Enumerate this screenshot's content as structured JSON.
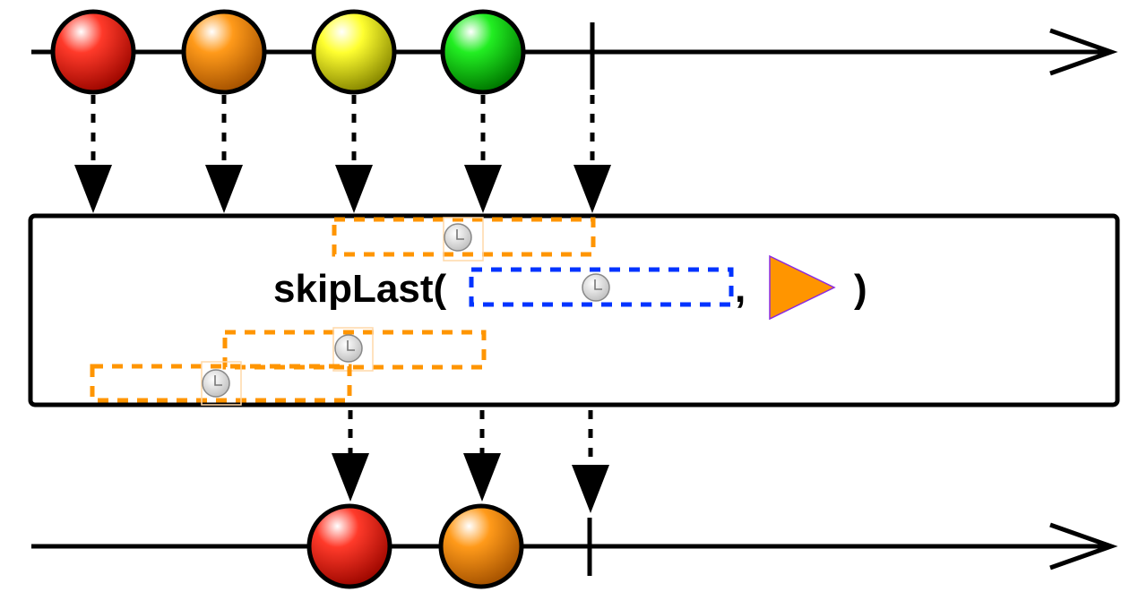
{
  "operator": {
    "name": "skipLast(",
    "comma": ",",
    "close": ")"
  },
  "input_marbles": [
    {
      "color": "red",
      "hex": "#e8120c"
    },
    {
      "color": "orange",
      "hex": "#f08a00"
    },
    {
      "color": "yellow",
      "hex": "#e6e600"
    },
    {
      "color": "green",
      "hex": "#12d012"
    }
  ],
  "output_marbles": [
    {
      "color": "red",
      "hex": "#e8120c"
    },
    {
      "color": "orange",
      "hex": "#f08a00"
    }
  ],
  "colors": {
    "window_dash": "#ff9500",
    "duration_dash": "#0033ff",
    "scheduler_triangle": "#ff9500",
    "scheduler_outline": "#8a2be2"
  }
}
